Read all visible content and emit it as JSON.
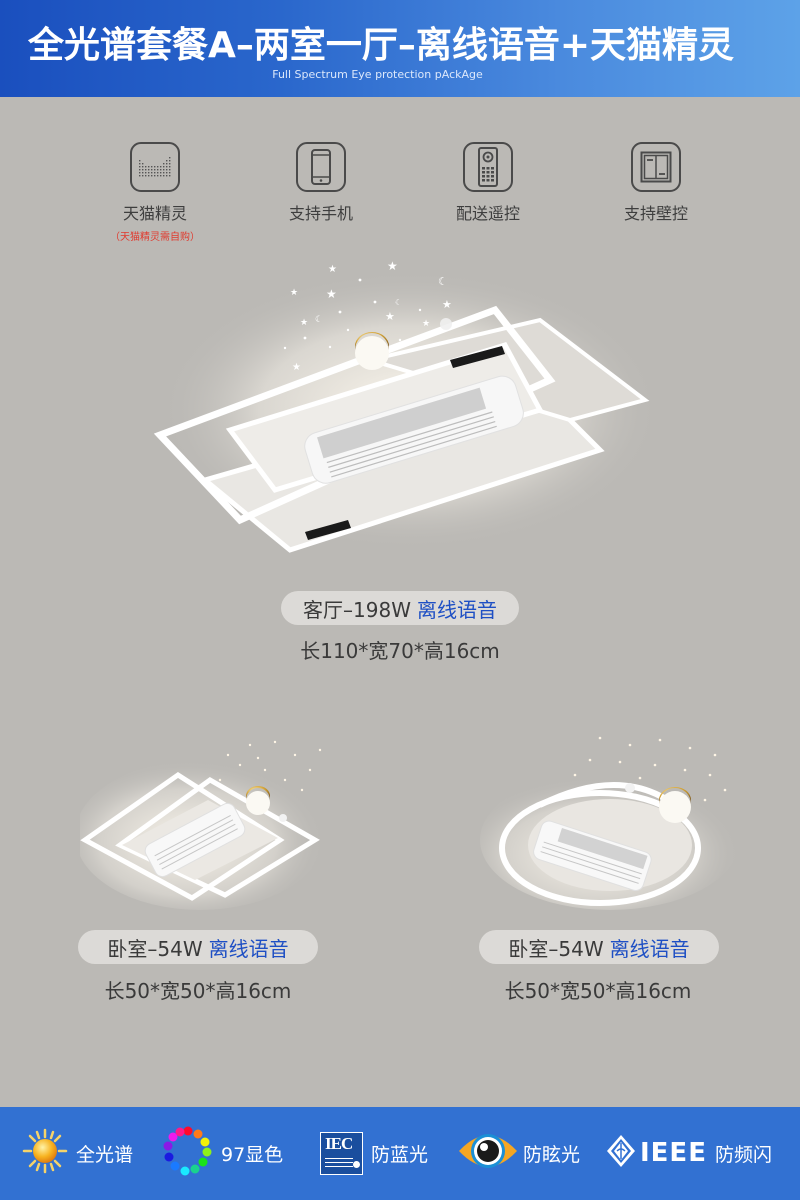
{
  "header": {
    "title": "全光谱套餐A–两室一厅–离线语音+天猫精灵",
    "subtitle": "Full Spectrum Eye protection pAckAge",
    "gradient_start": "#1a4fbe",
    "gradient_end": "#5da2e8"
  },
  "features": [
    {
      "icon": "smart-speaker-icon",
      "label": "天猫精灵",
      "note": "（天猫精灵需自购）"
    },
    {
      "icon": "phone-icon",
      "label": "支持手机"
    },
    {
      "icon": "remote-control-icon",
      "label": "配送遥控"
    },
    {
      "icon": "wall-switch-icon",
      "label": "支持壁控"
    }
  ],
  "products": [
    {
      "room": "客厅–198W",
      "voice": "离线语音",
      "dims": "长110*宽70*高16cm",
      "shape": "rectangular"
    },
    {
      "room": "卧室–54W",
      "voice": "离线语音",
      "dims": "长50*宽50*高16cm",
      "shape": "square"
    },
    {
      "room": "卧室–54W",
      "voice": "离线语音",
      "dims": "长50*宽50*高16cm",
      "shape": "round"
    }
  ],
  "footer": {
    "background": "#3271d2",
    "badges": [
      {
        "icon": "sun-icon",
        "label": "全光谱"
      },
      {
        "icon": "color-ring-icon",
        "label": "97显色"
      },
      {
        "icon": "iec-logo-icon",
        "label": "防蓝光",
        "logo_text": "IEC"
      },
      {
        "icon": "eye-icon",
        "label": "防眩光"
      },
      {
        "icon": "ieee-logo-icon",
        "label": "防频闪",
        "logo_text": "IEEE"
      }
    ]
  },
  "colors": {
    "page_bg": "#bbb9b5",
    "accent_blue": "#1e4fc4",
    "note_red": "#e03a2e",
    "pill_bg": "#dcdad7"
  }
}
